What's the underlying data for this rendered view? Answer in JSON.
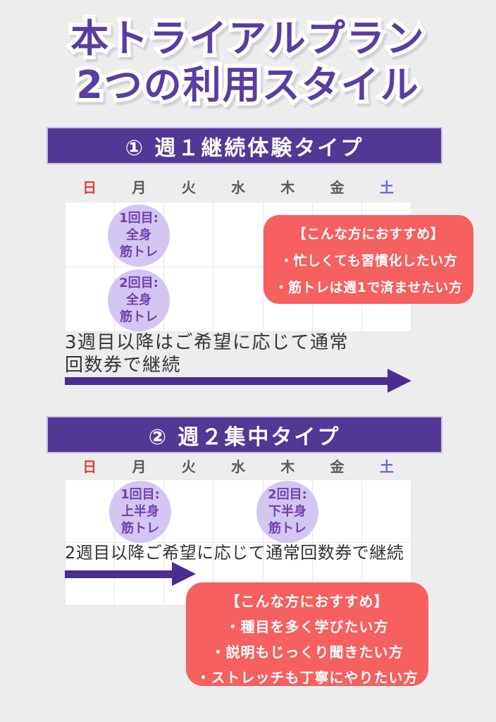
{
  "title": {
    "line1": "本トライアルプラン",
    "line2": "2つの利用スタイル"
  },
  "colors": {
    "background": "#ededed",
    "banner_purple": "#533795",
    "title_purple": "#5a3da1",
    "arrow_purple": "#4b2d92",
    "accent_red": "#f6605e",
    "event_lavender": "#d3c6f2",
    "event_text_purple": "#7141ad",
    "sunday_red": "#e6413a",
    "saturday_blue": "#6169d8",
    "weekday_gray": "#595959",
    "body_text": "#333333"
  },
  "section1": {
    "banner": "① 週１継続体験タイプ",
    "calendar": {
      "days": [
        "日",
        "月",
        "火",
        "水",
        "木",
        "金",
        "土"
      ],
      "events": [
        {
          "line1": "1回目:",
          "line2": "全身",
          "line3": "筋トレ"
        },
        {
          "line1": "2回目:",
          "line2": "全身",
          "line3": "筋トレ"
        }
      ]
    },
    "recommend": {
      "title": "【こんな方におすすめ】",
      "items": [
        "・忙しくても習慣化したい方",
        "・筋トレは週1で済ませたい方"
      ]
    },
    "note_line1": "3週目以降はご希望に応じて通常",
    "note_line2": "回数券で継続"
  },
  "section2": {
    "banner": "② 週２集中タイプ",
    "calendar": {
      "days": [
        "日",
        "月",
        "火",
        "水",
        "木",
        "金",
        "土"
      ],
      "events": [
        {
          "line1": "1回目:",
          "line2": "上半身",
          "line3": "筋トレ"
        },
        {
          "line1": "2回目:",
          "line2": "下半身",
          "line3": "筋トレ"
        }
      ]
    },
    "note": "2週目以降ご希望に応じて通常回数券で継続",
    "recommend": {
      "title": "【こんな方におすすめ】",
      "items": [
        "・種目を多く学びたい方",
        "・説明もじっくり聞きたい方",
        "・ストレッチも丁寧にやりたい方"
      ]
    }
  }
}
